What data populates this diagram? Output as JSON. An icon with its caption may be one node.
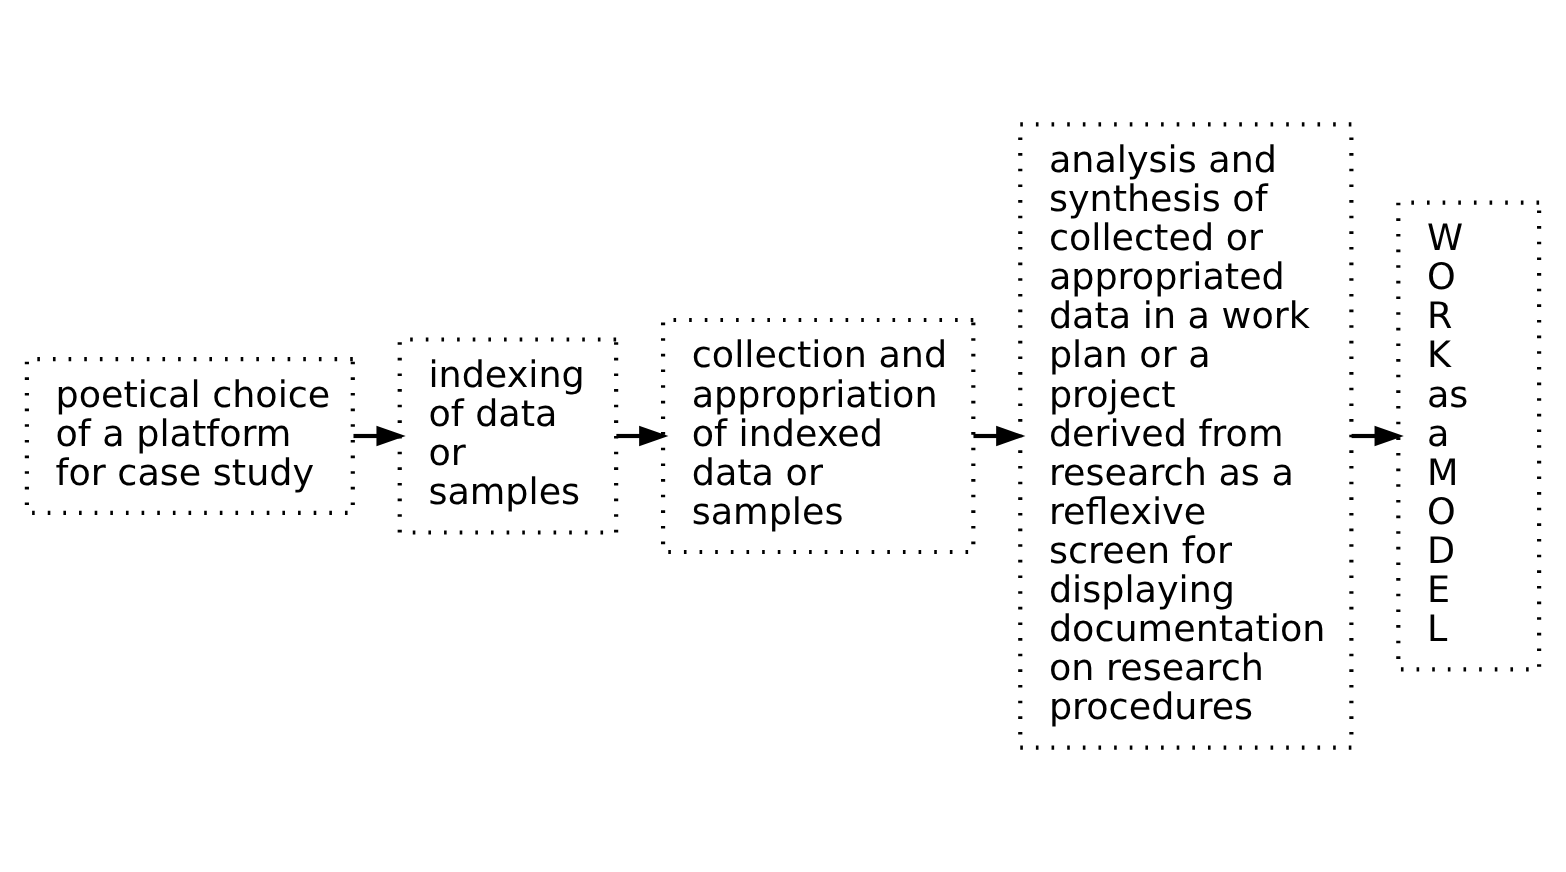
{
  "diagram": {
    "nodes": [
      {
        "text": [
          "poetical choice of a platform for case study"
        ]
      },
      {
        "text": [
          "indexing of data or samples"
        ]
      },
      {
        "text": [
          "collection and appropriation of indexed data or samples"
        ]
      },
      {
        "text": [
          "analysis and synthesis of collected or appropriated data in a work plan or a project derived from research as a reflexive screen for displaying documentation on research procedures"
        ]
      },
      {
        "text": [
          "W O R K as a M O D E L"
        ]
      }
    ],
    "edges": [
      {
        "from": 0,
        "to": 1,
        "arrow": "to"
      },
      {
        "from": 1,
        "to": 2,
        "arrow": "to"
      },
      {
        "from": 2,
        "to": 3,
        "arrow": "to"
      },
      {
        "from": 3,
        "to": 4,
        "arrow": "to"
      }
    ]
  }
}
